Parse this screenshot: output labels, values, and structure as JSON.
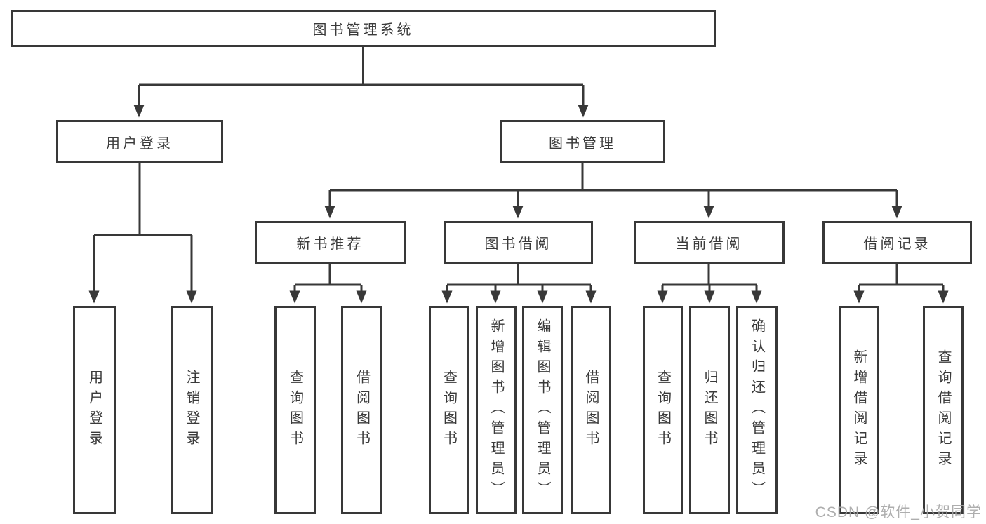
{
  "diagram": {
    "type": "tree-diagram",
    "title": "图书管理系统",
    "colors": {
      "line": "#383838",
      "box_border": "#383838",
      "text": "#3a3a3a",
      "background": "#ffffff",
      "watermark": "#a5a5a5"
    },
    "nodes": {
      "root": "图书管理系统",
      "level2": [
        "用户登录",
        "图书管理"
      ],
      "level3": [
        "新书推荐",
        "图书借阅",
        "当前借阅",
        "借阅记录"
      ],
      "leaves": [
        "用户登录",
        "注销登录",
        "查询图书",
        "借阅图书",
        "查询图书",
        "新增图书（管理员）",
        "编辑图书（管理员）",
        "借阅图书",
        "查询图书",
        "归还图书",
        "确认归还（管理员）",
        "新增借阅记录",
        "查询借阅记录"
      ]
    },
    "tree": {
      "图书管理系统": [
        "用户登录",
        "图书管理"
      ],
      "用户登录": [
        "用户登录",
        "注销登录"
      ],
      "图书管理": [
        "新书推荐",
        "图书借阅",
        "当前借阅",
        "借阅记录"
      ],
      "新书推荐": [
        "查询图书",
        "借阅图书"
      ],
      "图书借阅": [
        "查询图书",
        "新增图书（管理员）",
        "编辑图书（管理员）",
        "借阅图书"
      ],
      "当前借阅": [
        "查询图书",
        "归还图书",
        "确认归还（管理员）"
      ],
      "借阅记录": [
        "新增借阅记录",
        "查询借阅记录"
      ]
    },
    "watermark": "CSDN @软件_小贺同学"
  }
}
